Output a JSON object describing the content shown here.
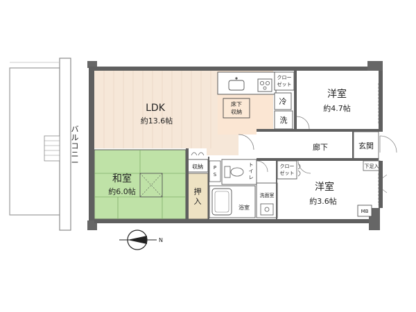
{
  "plan": {
    "rooms": {
      "ldk": {
        "name": "LDK",
        "area": "約13.6帖"
      },
      "washitsu": {
        "name": "和室",
        "area": "約6.0帖"
      },
      "youshitsu1": {
        "name": "洋室",
        "area": "約4.7帖"
      },
      "youshitsu2": {
        "name": "洋室",
        "area": "約3.6帖"
      }
    },
    "labels": {
      "balcony": [
        "バ",
        "ル",
        "コ",
        "ニ",
        "ー"
      ],
      "hallway": "廊下",
      "entrance": "玄関",
      "closet1": [
        "クロー",
        "ゼット"
      ],
      "closet2": [
        "クロー",
        "ゼット"
      ],
      "shuno_washitsu": "収納",
      "oshiire": [
        "押",
        "入"
      ],
      "yukashita": [
        "床下",
        "収納"
      ],
      "reizouko": "冷",
      "sentakuki": "洗",
      "ps": [
        "P",
        "S"
      ],
      "toilet": [
        "ト",
        "イ",
        "レ"
      ],
      "bathroom": "浴室",
      "washroom": "洗面室",
      "shoebox": "下足入",
      "mb": "MB",
      "compass": "N"
    },
    "colors": {
      "wall": "#5f5f5f",
      "floor_wood": "#f6e7d8",
      "floor_tatami": "#bfe2a7",
      "floor_tile": "#ffffff",
      "oshiire": "#eee2c3",
      "kitchen_floor": "#fbe6d3"
    }
  }
}
